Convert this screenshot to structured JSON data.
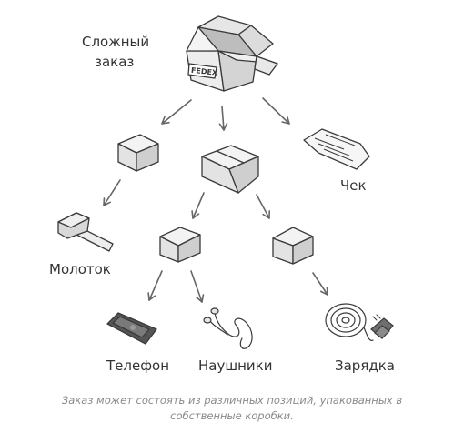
{
  "diagram": {
    "root_label_line1": "Сложный",
    "root_label_line2": "заказ",
    "box_stamp": "FEDEX",
    "receipt_label": "Чек",
    "hammer_label": "Молоток",
    "phone_label": "Телефон",
    "headphones_label": "Наушники",
    "charger_label": "Зарядка",
    "caption_line1": "Заказ может состоять из различных позиций, упакованных в",
    "caption_line2": "собственные коробки."
  },
  "colors": {
    "stroke": "#3a3a3a",
    "box_light": "#f2f2f2",
    "box_mid": "#dcdcdc",
    "box_dark": "#c4c4c4",
    "arrow": "#666666",
    "label": "#333333",
    "caption": "#8a8a8a"
  },
  "icons": [
    "open-box-icon",
    "closed-box-icon",
    "receipt-icon",
    "hammer-icon",
    "phone-icon",
    "headphones-icon",
    "charger-icon",
    "arrow-icon"
  ]
}
